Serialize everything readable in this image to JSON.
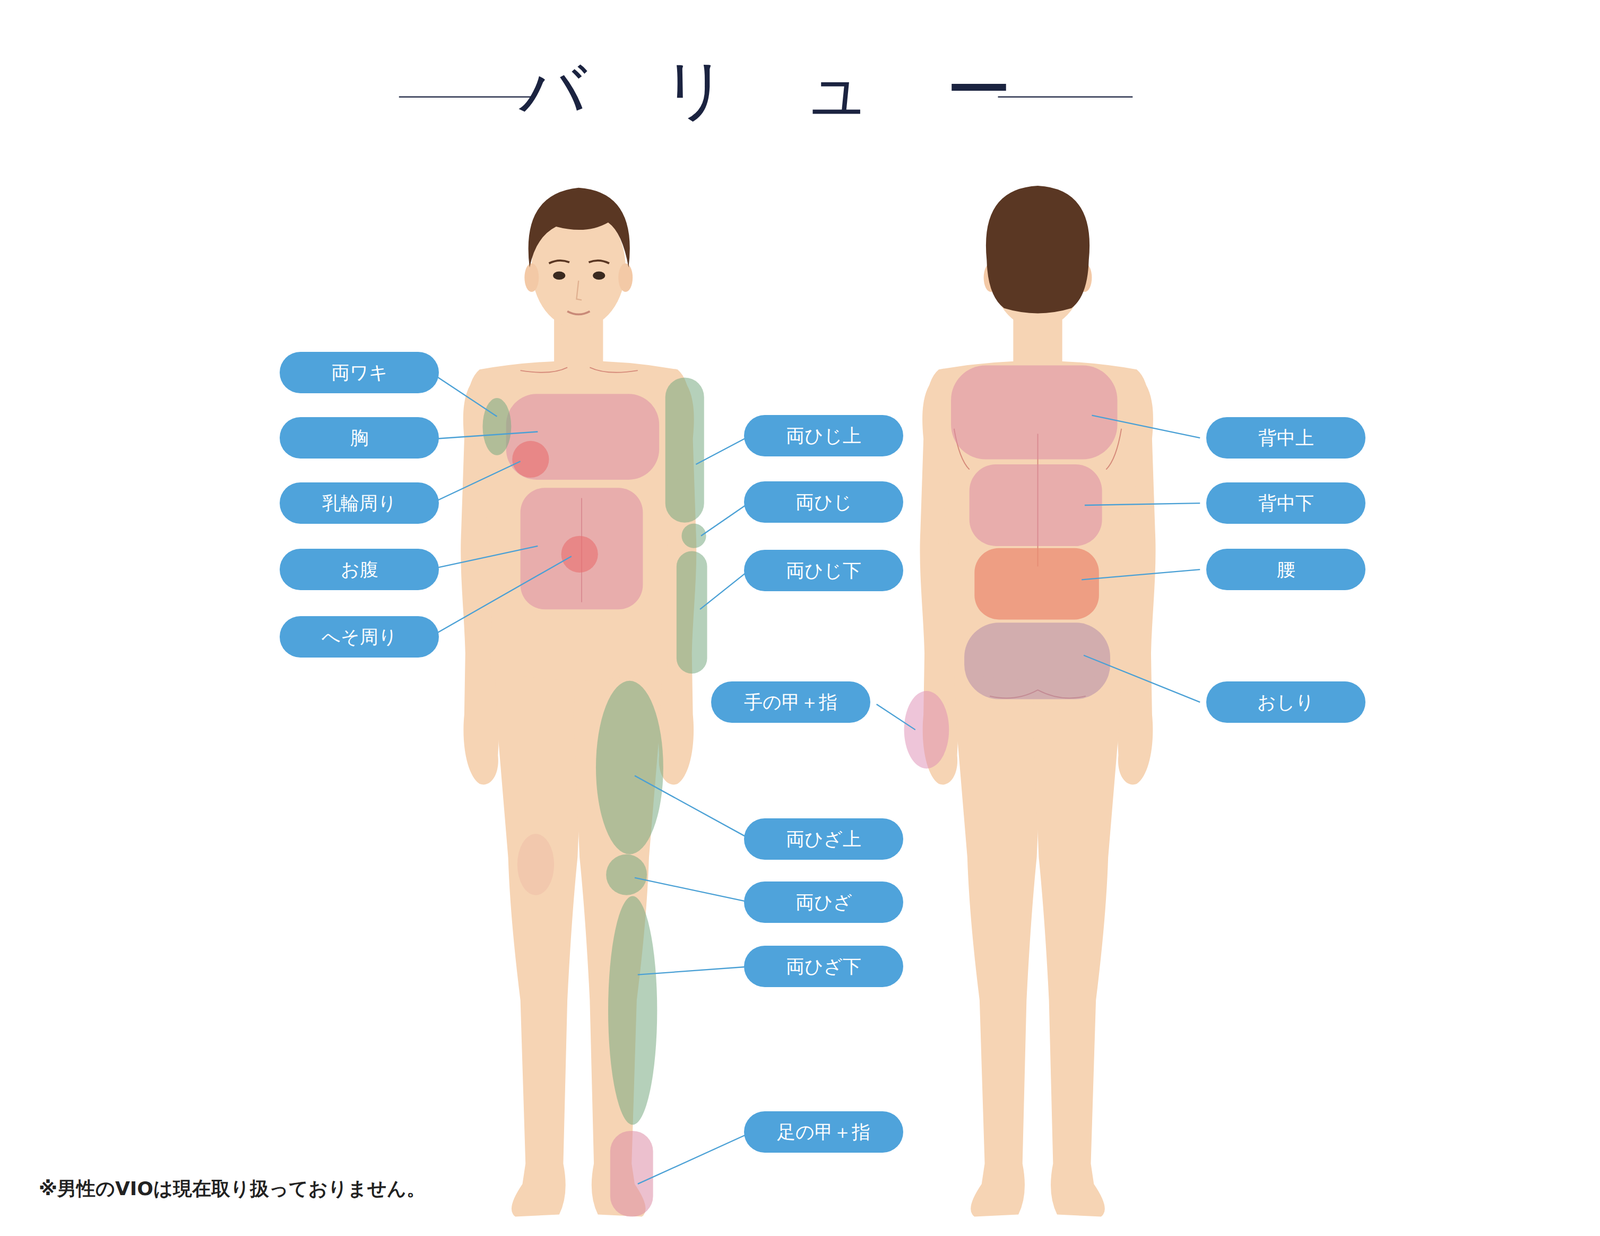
{
  "diagram": {
    "title": "バリュー",
    "nodes": [
      {
        "text": [
          "両ワキ"
        ]
      },
      {
        "text": [
          "胸"
        ]
      },
      {
        "text": [
          "乳輪周り"
        ]
      },
      {
        "text": [
          "お腹"
        ]
      },
      {
        "text": [
          "へそ周り"
        ]
      },
      {
        "text": [
          "両ひじ上"
        ]
      },
      {
        "text": [
          "両ひじ"
        ]
      },
      {
        "text": [
          "両ひじ下"
        ]
      },
      {
        "text": [
          "手の甲＋指"
        ]
      },
      {
        "text": [
          "両ひざ上"
        ]
      },
      {
        "text": [
          "両ひざ"
        ]
      },
      {
        "text": [
          "両ひざ下"
        ]
      },
      {
        "text": [
          "足の甲＋指"
        ]
      },
      {
        "text": [
          "背中上"
        ]
      },
      {
        "text": [
          "背中下"
        ]
      },
      {
        "text": [
          "腰"
        ]
      },
      {
        "text": [
          "おしり"
        ]
      }
    ],
    "labels": [
      "※男性のVIOは現在取り扱っておりません。"
    ]
  }
}
